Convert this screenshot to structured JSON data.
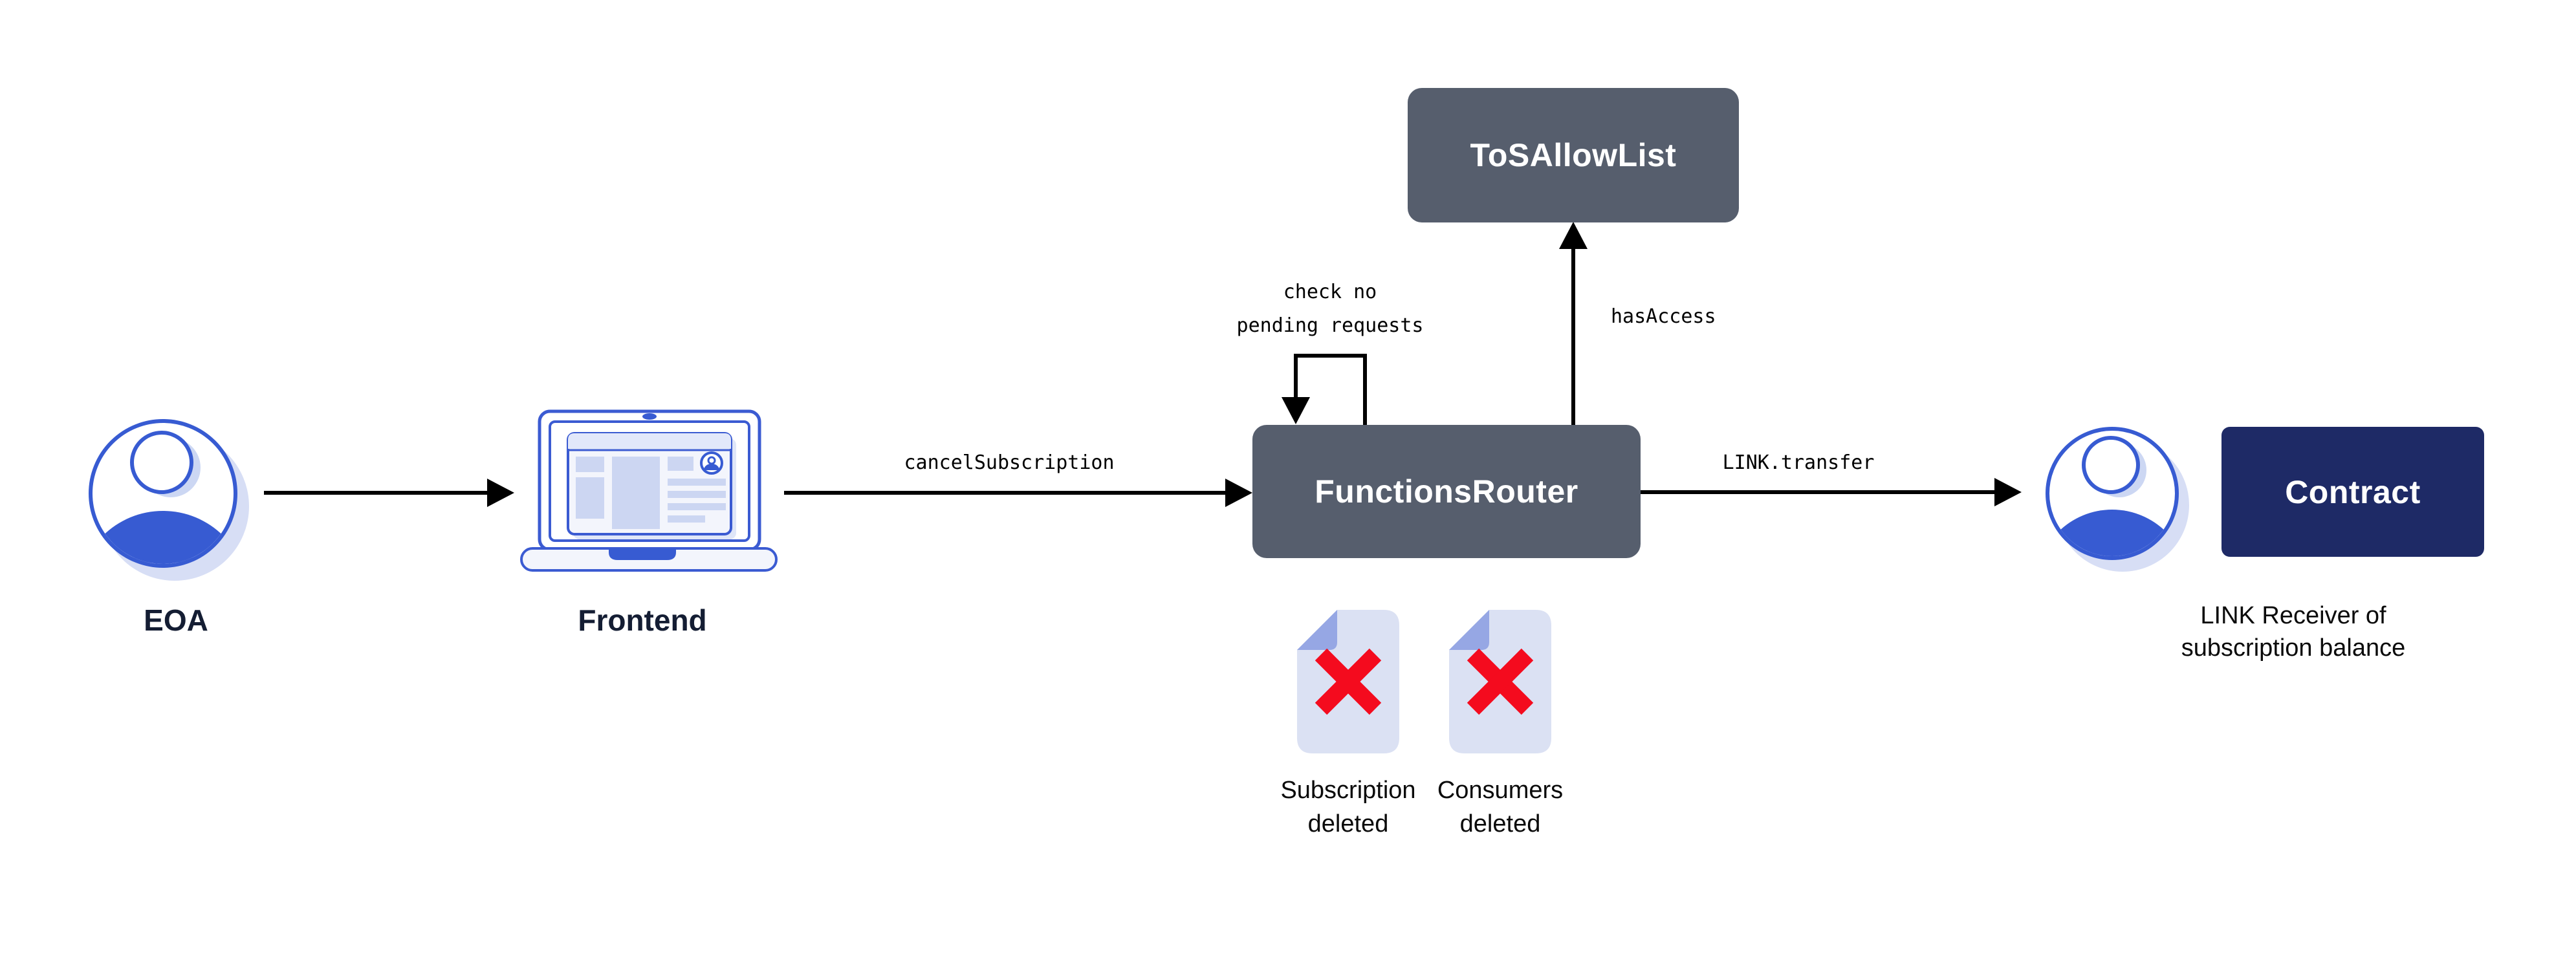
{
  "nodes": {
    "eoa": {
      "label": "EOA"
    },
    "frontend": {
      "label": "Frontend"
    },
    "tos_allowlist": {
      "label": "ToSAllowList"
    },
    "functions_router": {
      "label": "FunctionsRouter"
    },
    "contract": {
      "label": "Contract"
    },
    "link_receiver": {
      "caption_line1": "LINK Receiver of",
      "caption_line2": "subscription balance"
    }
  },
  "edges": {
    "cancel_subscription": {
      "label": "cancelSubscription"
    },
    "self_check": {
      "label_line1": "check no",
      "label_line2": "pending requests"
    },
    "has_access": {
      "label": "hasAccess"
    },
    "link_transfer": {
      "label": "LINK.transfer"
    }
  },
  "documents": [
    {
      "caption_line1": "Subscription",
      "caption_line2": "deleted"
    },
    {
      "caption_line1": "Consumers",
      "caption_line2": "deleted"
    }
  ],
  "icons": {
    "eoa": "user-avatar-icon",
    "frontend": "laptop-browser-icon",
    "link_receiver": "user-avatar-icon",
    "documents": "deleted-document-icon",
    "arrows": "black-arrow-connector"
  },
  "colors": {
    "slate_box": "#565e6d",
    "navy_box": "#1e2a66",
    "chainlink_blue": "#375bd2",
    "light_blue_shadow": "#d7def5",
    "document_fill": "#dbe1f3",
    "document_fold": "#96a7e4",
    "error_red": "#f40b1e",
    "connector_black": "#000000",
    "label_navy": "#141d33"
  }
}
